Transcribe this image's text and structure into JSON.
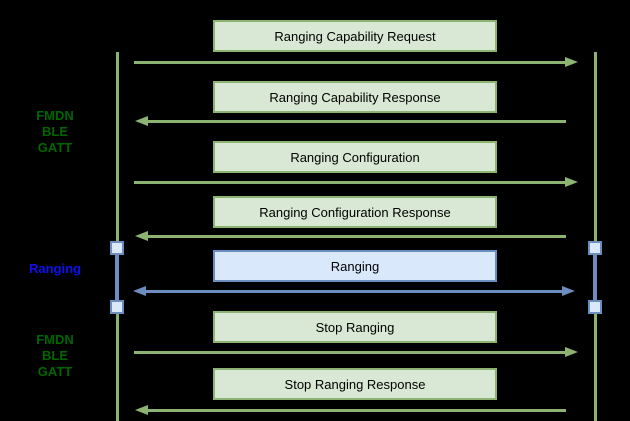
{
  "colors": {
    "background": "#000000",
    "green_stroke": "#8cb372",
    "green_fill": "#d9e8d4",
    "green_text": "#006600",
    "blue_stroke": "#6c8ebf",
    "blue_fill": "#dae8fc",
    "blue_text": "#0f0fef",
    "message_text": "#000000"
  },
  "sections": [
    {
      "name": "fmdn-ble-gatt-top",
      "label_lines": [
        "FMDN",
        "BLE",
        "GATT"
      ],
      "color": "green"
    },
    {
      "name": "ranging",
      "label_lines": [
        "Ranging"
      ],
      "color": "blue"
    },
    {
      "name": "fmdn-ble-gatt-bottom",
      "label_lines": [
        "FMDN",
        "BLE",
        "GATT"
      ],
      "color": "green"
    }
  ],
  "messages": [
    {
      "label": "Ranging Capability Request",
      "direction": "right",
      "style": "green"
    },
    {
      "label": "Ranging Capability Response",
      "direction": "left",
      "style": "green"
    },
    {
      "label": "Ranging Configuration",
      "direction": "right",
      "style": "green"
    },
    {
      "label": "Ranging Configuration Response",
      "direction": "left",
      "style": "green"
    },
    {
      "label": "Ranging",
      "direction": "both",
      "style": "blue"
    },
    {
      "label": "Stop Ranging",
      "direction": "right",
      "style": "green"
    },
    {
      "label": "Stop Ranging Response",
      "direction": "left",
      "style": "green"
    }
  ]
}
